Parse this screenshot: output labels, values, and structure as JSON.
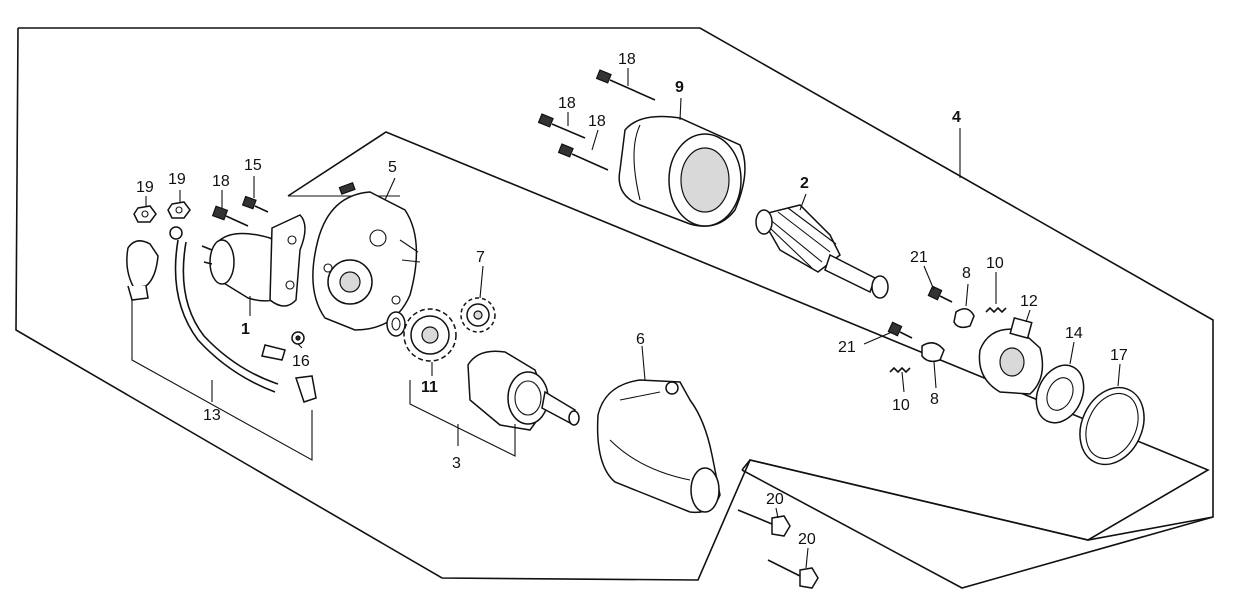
{
  "callouts": {
    "c1": "1",
    "c2": "2",
    "c3": "3",
    "c4": "4",
    "c5": "5",
    "c6": "6",
    "c7": "7",
    "c8a": "8",
    "c8b": "8",
    "c9": "9",
    "c10a": "10",
    "c10b": "10",
    "c11": "11",
    "c12": "12",
    "c13": "13",
    "c14": "14",
    "c15": "15",
    "c16": "16",
    "c17": "17",
    "c18a": "18",
    "c18b": "18",
    "c18c": "18",
    "c18d": "18",
    "c19a": "19",
    "c19b": "19",
    "c20a": "20",
    "c20b": "20",
    "c21a": "21",
    "c21b": "21"
  }
}
